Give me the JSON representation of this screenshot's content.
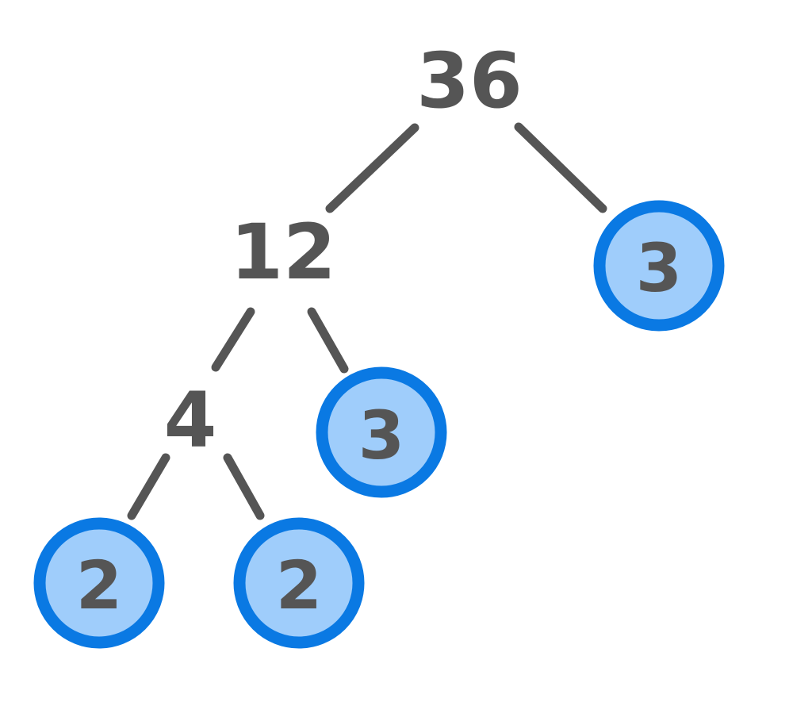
{
  "factor_tree": {
    "root": "36",
    "level1": {
      "composite": "12",
      "prime": "3"
    },
    "level2": {
      "composite": "4",
      "prime": "3"
    },
    "level3": {
      "prime_left": "2",
      "prime_right": "2"
    }
  },
  "colors": {
    "line": "#555555",
    "text": "#555555",
    "prime_fill": "#9fcdfb",
    "prime_border": "#0a79e3"
  }
}
